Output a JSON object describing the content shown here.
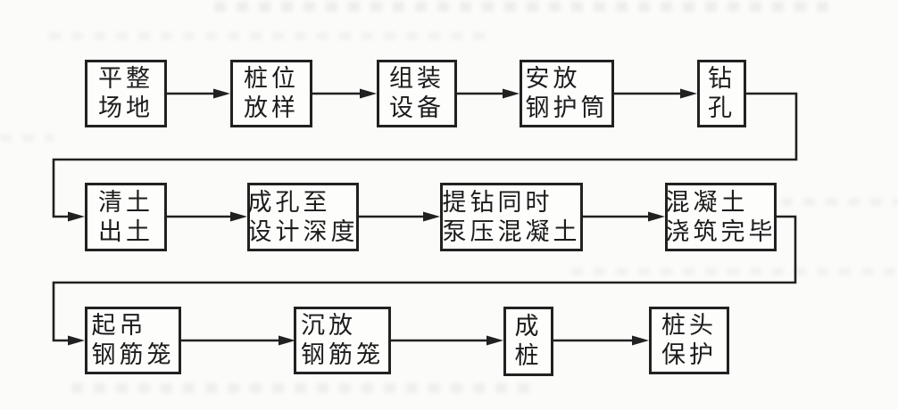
{
  "diagram": {
    "type": "flowchart",
    "description": "construction process flow, 3 rows of boxes connected by arrows",
    "nodes": [
      {
        "id": "n1",
        "label": "平整场地",
        "lines": [
          "平整",
          "场地"
        ]
      },
      {
        "id": "n2",
        "label": "桩位放样",
        "lines": [
          "桩位",
          "放样"
        ]
      },
      {
        "id": "n3",
        "label": "组装设备",
        "lines": [
          "组装",
          "设备"
        ]
      },
      {
        "id": "n4",
        "label": "安放钢护筒",
        "lines": [
          "安放",
          "钢护筒"
        ]
      },
      {
        "id": "n5",
        "label": "钻孔",
        "lines": [
          "钻",
          "孔"
        ]
      },
      {
        "id": "n6",
        "label": "清土出土",
        "lines": [
          "清土",
          "出土"
        ]
      },
      {
        "id": "n7",
        "label": "成孔至设计深度",
        "lines": [
          "成孔至",
          "设计深度"
        ]
      },
      {
        "id": "n8",
        "label": "提钻同时泵压混凝土",
        "lines": [
          "提钻同时",
          "泵压混凝土"
        ]
      },
      {
        "id": "n9",
        "label": "混凝土浇筑完毕",
        "lines": [
          "混凝土",
          "浇筑完毕"
        ]
      },
      {
        "id": "n10",
        "label": "起吊钢筋笼",
        "lines": [
          "起吊",
          "钢筋笼"
        ]
      },
      {
        "id": "n11",
        "label": "沉放钢筋笼",
        "lines": [
          "沉放",
          "钢筋笼"
        ]
      },
      {
        "id": "n12",
        "label": "成桩",
        "lines": [
          "成",
          "桩"
        ]
      },
      {
        "id": "n13",
        "label": "桩头保护",
        "lines": [
          "桩头",
          "保护"
        ]
      }
    ],
    "edges": [
      {
        "from": "n1",
        "to": "n2"
      },
      {
        "from": "n2",
        "to": "n3"
      },
      {
        "from": "n3",
        "to": "n4"
      },
      {
        "from": "n4",
        "to": "n5"
      },
      {
        "from": "n5",
        "to": "n6",
        "routing": "wrap-around-right-down-left"
      },
      {
        "from": "n6",
        "to": "n7"
      },
      {
        "from": "n7",
        "to": "n8"
      },
      {
        "from": "n8",
        "to": "n9"
      },
      {
        "from": "n9",
        "to": "n10",
        "routing": "wrap-around-right-down-left"
      },
      {
        "from": "n10",
        "to": "n11"
      },
      {
        "from": "n11",
        "to": "n12"
      },
      {
        "from": "n12",
        "to": "n13"
      }
    ],
    "colors": {
      "line": "#212121",
      "box_border": "#212121",
      "text": "#1c1c1c",
      "paper": "#fbfbf9"
    }
  }
}
